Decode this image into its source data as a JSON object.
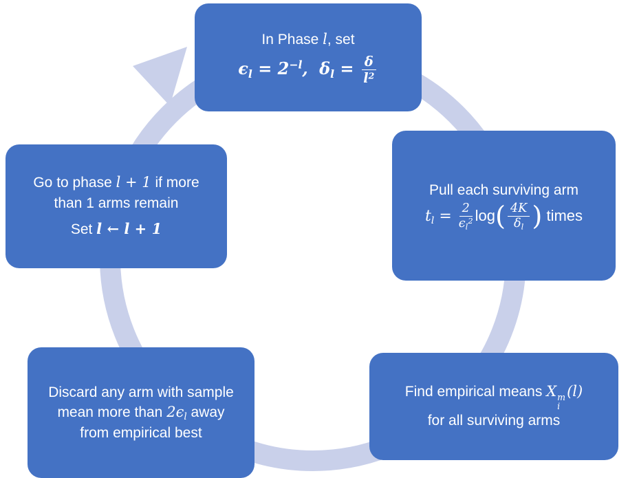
{
  "colors": {
    "box": "#4472c4",
    "ring": "#c9d0ea",
    "text": "#ffffff",
    "bg": "#ffffff"
  },
  "boxes": {
    "phase": {
      "l1a": "In Phase ",
      "l1b": "l",
      "l1c": ", set",
      "eps": "ϵ",
      "eps_sub": "l",
      "eq1": " = 2",
      "sup1": "−l",
      "comma": ", ",
      "delta": "δ",
      "delta_sub": "l",
      "eq2": " = ",
      "frac_num": "δ",
      "frac_den": "l",
      "frac_den_sup": "2"
    },
    "pull": {
      "l1": "Pull each surviving arm",
      "t": "t",
      "t_sub": "l",
      "eq": " = ",
      "f1_num": "2",
      "f1_den": "ϵ",
      "f1_den_sub": "l",
      "f1_den_sup": "2",
      "log": "log",
      "lparen": "(",
      "f2_num": "4K",
      "f2_den": "δ",
      "f2_den_sub": "l",
      "rparen": ")",
      "times": " times"
    },
    "means": {
      "l1": "Find empirical means ",
      "x": "X",
      "x_sup": "m",
      "x_sub": "i",
      "lparen": "(",
      "arg": "l",
      "rparen": ")",
      "l2": "for all surviving arms"
    },
    "discard": {
      "t1": "Discard any arm with sample mean more than ",
      "m": "2ϵ",
      "m_sub": "l",
      "t2": " away from empirical best"
    },
    "advance": {
      "t1": "Go to phase ",
      "m1": "l + 1",
      "t2": " if more than 1 arms remain",
      "set_label": "Set ",
      "m2": "l ← l + 1"
    }
  }
}
